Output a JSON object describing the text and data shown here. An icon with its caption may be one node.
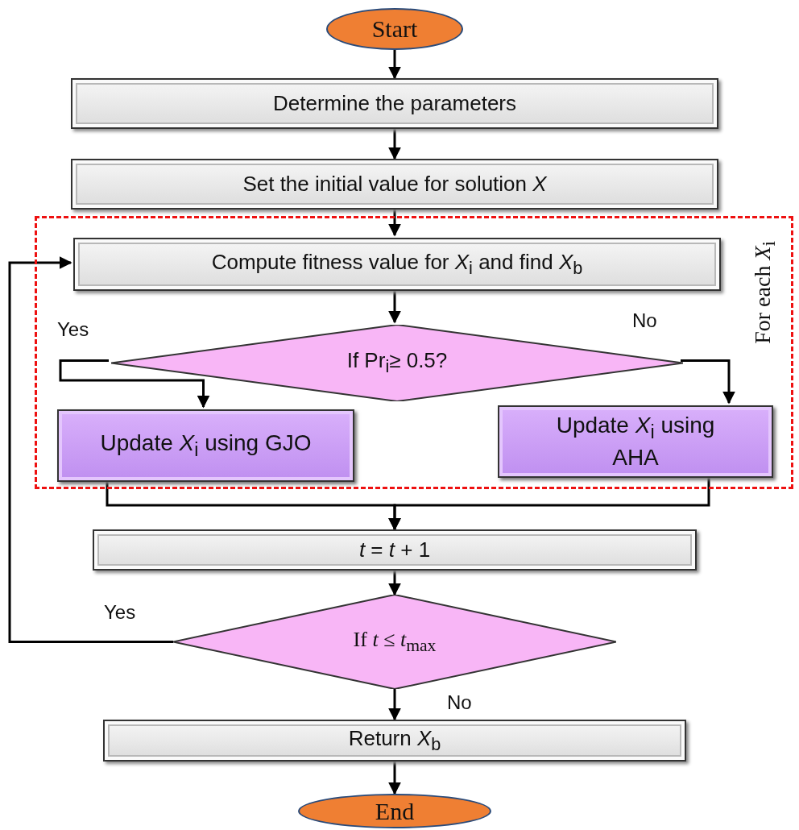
{
  "diagram": {
    "nodes": [
      {
        "text": [
          "Start"
        ]
      },
      {
        "text": [
          "Determine the parameters"
        ]
      },
      {
        "text": [
          "Set the initial value for solution *X*"
        ]
      },
      {
        "text": [
          "For each *X*$_{i}$"
        ]
      },
      {
        "text": [
          "Compute fitness value for *X*$_{i}$ and find *X*$_{b}$"
        ],
        "in": 3
      },
      {
        "text": [
          "If Pr$_{i}$≥ 0.5?"
        ],
        "in": 3
      },
      {
        "text": [
          "Update *X*$_{i}$ using GJO"
        ],
        "in": 3
      },
      {
        "text": [
          "Update *X*$_{i}$ using AHA"
        ],
        "in": 3
      },
      {
        "text": [
          "*t* = *t* + 1"
        ]
      },
      {
        "text": [
          "If *t* ≤ *t*$_{max}$"
        ]
      },
      {
        "text": [
          "Return *X*$_{b}$"
        ]
      },
      {
        "text": [
          "End"
        ]
      }
    ],
    "edges": [
      {
        "from": 0,
        "to": 1,
        "arrow": "to"
      },
      {
        "from": 1,
        "to": 2,
        "arrow": "to"
      },
      {
        "from": 2,
        "to": 4,
        "arrow": "to"
      },
      {
        "from": 4,
        "to": 5,
        "arrow": "to"
      },
      {
        "from": 5,
        "to": 6,
        "label": "Yes",
        "arrow": "to"
      },
      {
        "from": 5,
        "to": 7,
        "label": "No",
        "arrow": "to"
      },
      {
        "from": 6,
        "to": 8,
        "arrow": "to"
      },
      {
        "from": 7,
        "to": 8,
        "arrow": "to"
      },
      {
        "from": 8,
        "to": 9,
        "arrow": "to"
      },
      {
        "from": 9,
        "to": 4,
        "label": "Yes",
        "arrow": "to"
      },
      {
        "from": 9,
        "to": 10,
        "label": "No",
        "arrow": "to"
      },
      {
        "from": 10,
        "to": 11,
        "arrow": "to"
      }
    ]
  }
}
